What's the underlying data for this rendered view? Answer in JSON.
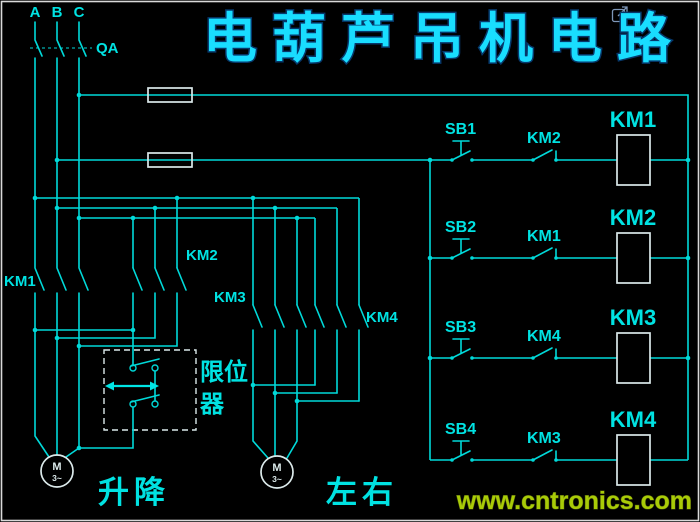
{
  "title": "电葫芦吊机电路",
  "watermark": "www.cntronics.com",
  "power": {
    "phase_a": "A",
    "phase_b": "B",
    "phase_c": "C",
    "switch": "QA"
  },
  "main": {
    "km1": "KM1",
    "km2": "KM2",
    "km3": "KM3",
    "km4": "KM4",
    "limit_line1": "限位",
    "limit_line2": "器",
    "motor": "M",
    "motor_phase": "3~",
    "caption_hoist": "升降",
    "caption_traverse": "左右"
  },
  "control": {
    "rungs": [
      {
        "button": "SB1",
        "interlock": "KM2",
        "coil": "KM1"
      },
      {
        "button": "SB2",
        "interlock": "KM1",
        "coil": "KM2"
      },
      {
        "button": "SB3",
        "interlock": "KM4",
        "coil": "KM3"
      },
      {
        "button": "SB4",
        "interlock": "KM3",
        "coil": "KM4"
      }
    ]
  }
}
